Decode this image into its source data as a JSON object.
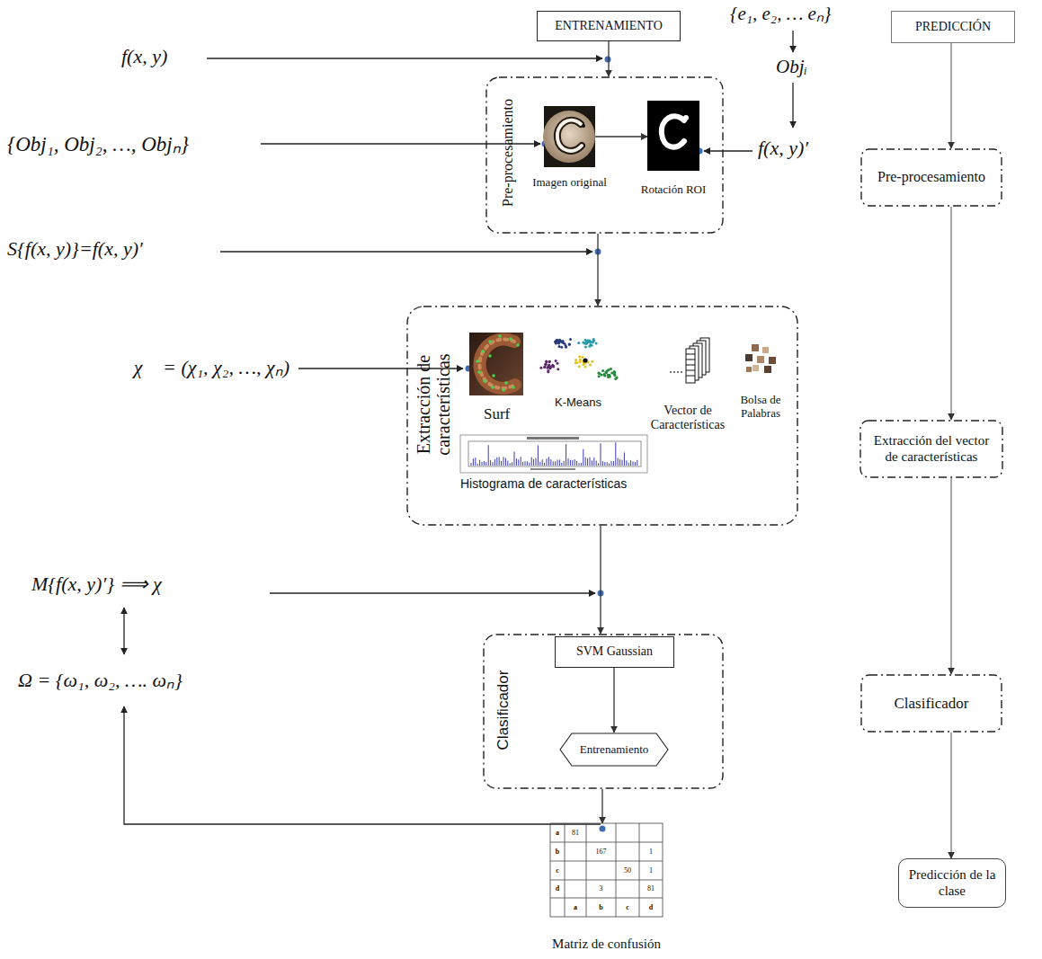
{
  "diagram": {
    "nodes": [
      {
        "text": [
          "ENTRENAMIENTO"
        ]
      },
      {
        "text": [
          "PREDICCIÓN"
        ]
      },
      {
        "text": [
          "Pre-procesamiento"
        ]
      },
      {
        "text": [
          "Imagen original"
        ],
        "in": 2
      },
      {
        "text": [
          "Rotación ROI"
        ],
        "in": 2
      },
      {
        "text": [
          "Extracción de características"
        ]
      },
      {
        "text": [
          "Clasificador"
        ]
      },
      {
        "text": [
          "SVM Gaussian"
        ],
        "in": 6
      },
      {
        "text": [
          "Entrenamiento"
        ],
        "in": 6
      },
      {
        "text": [
          "Matriz de confusión"
        ]
      },
      {
        "text": [
          "Pre-procesamiento"
        ]
      },
      {
        "text": [
          "Extracción del vector de características"
        ]
      },
      {
        "text": [
          "Clasificador"
        ]
      },
      {
        "text": [
          "Predicción de la clase"
        ]
      }
    ],
    "edges": [
      {
        "from": 0,
        "to": 2,
        "arrow": "to"
      },
      {
        "from": 3,
        "to": 4,
        "arrow": "to"
      },
      {
        "from": 2,
        "to": 5,
        "arrow": "to"
      },
      {
        "from": 5,
        "to": 6,
        "arrow": "to"
      },
      {
        "from": 7,
        "to": 8,
        "arrow": "to"
      },
      {
        "from": 6,
        "to": 9,
        "arrow": "to"
      },
      {
        "from": 1,
        "to": 10,
        "arrow": "to"
      },
      {
        "from": 10,
        "to": 11,
        "arrow": "to"
      },
      {
        "from": 11,
        "to": 12,
        "arrow": "to"
      },
      {
        "from": 12,
        "to": 13,
        "arrow": "to"
      }
    ],
    "labels": [
      "f(x, y)",
      "{e₁, e₂, … eₙ}",
      "Objᵢ",
      "{Obj₁, Obj₂, …, Objₙ}",
      "f(x, y)′",
      "S{f(x, y)}=f(x, y)′",
      "χ⃗ = (χ₁, χ₂, …, χₙ)",
      "Surf",
      "K-Means",
      "Vector de Características",
      "Bolsa de Palabras",
      "Histograma de características",
      "M{f(x, y)′} ⟹ χ⃗",
      "Ω = {ω₁, ω₂, …. ωₙ}",
      "a",
      "81",
      "b",
      "167",
      "1",
      "c",
      "50",
      "1",
      "d",
      "3",
      "81",
      "a",
      "b",
      "c",
      "d"
    ]
  }
}
